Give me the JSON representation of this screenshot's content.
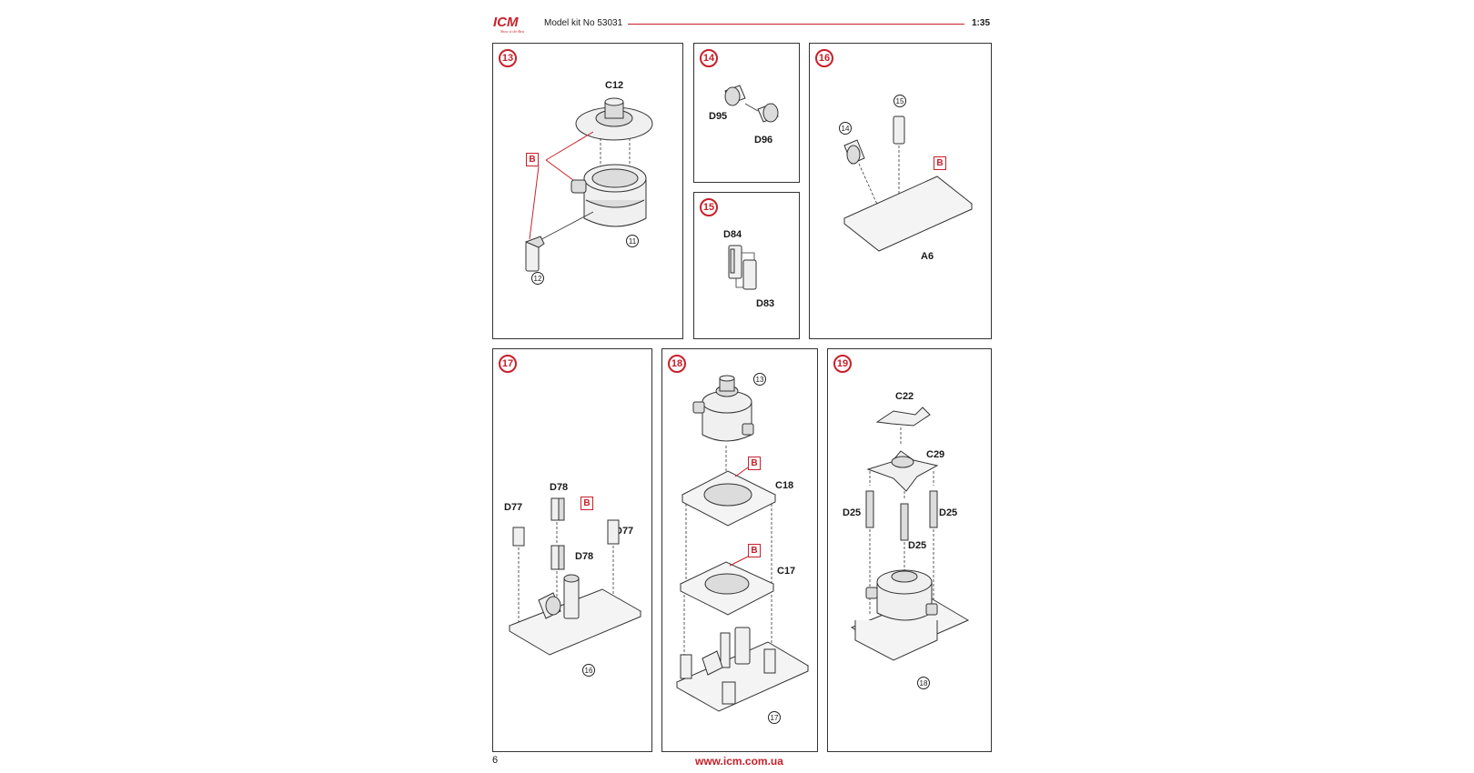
{
  "header": {
    "brand": "ICM",
    "brand_tagline": "Show is the Best",
    "kit_label": "Model kit No 53031",
    "scale": "1:35",
    "accent_color": "#c8202a"
  },
  "footer": {
    "page_number": "6",
    "website": "www.icm.com.ua"
  },
  "paint_code": "B",
  "steps": {
    "s13": {
      "number": "13",
      "parts": {
        "c12": "C12"
      },
      "subassemblies": {
        "a": "11",
        "b": "12"
      }
    },
    "s14": {
      "number": "14",
      "parts": {
        "d95": "D95",
        "d96": "D96"
      }
    },
    "s15": {
      "number": "15",
      "parts": {
        "d84": "D84",
        "d83": "D83"
      }
    },
    "s16": {
      "number": "16",
      "parts": {
        "a6": "A6"
      },
      "subassemblies": {
        "a": "15",
        "b": "14"
      }
    },
    "s17": {
      "number": "17",
      "parts": {
        "d78a": "D78",
        "d77a": "D77",
        "d77b": "D77",
        "d78b": "D78"
      },
      "subassemblies": {
        "a": "16"
      }
    },
    "s18": {
      "number": "18",
      "parts": {
        "c18": "C18",
        "c17": "C17"
      },
      "subassemblies": {
        "a": "13",
        "b": "17"
      }
    },
    "s19": {
      "number": "19",
      "parts": {
        "c22": "C22",
        "c29": "C29",
        "d25a": "D25",
        "d25b": "D25",
        "d25c": "D25"
      },
      "subassemblies": {
        "a": "18"
      }
    }
  }
}
